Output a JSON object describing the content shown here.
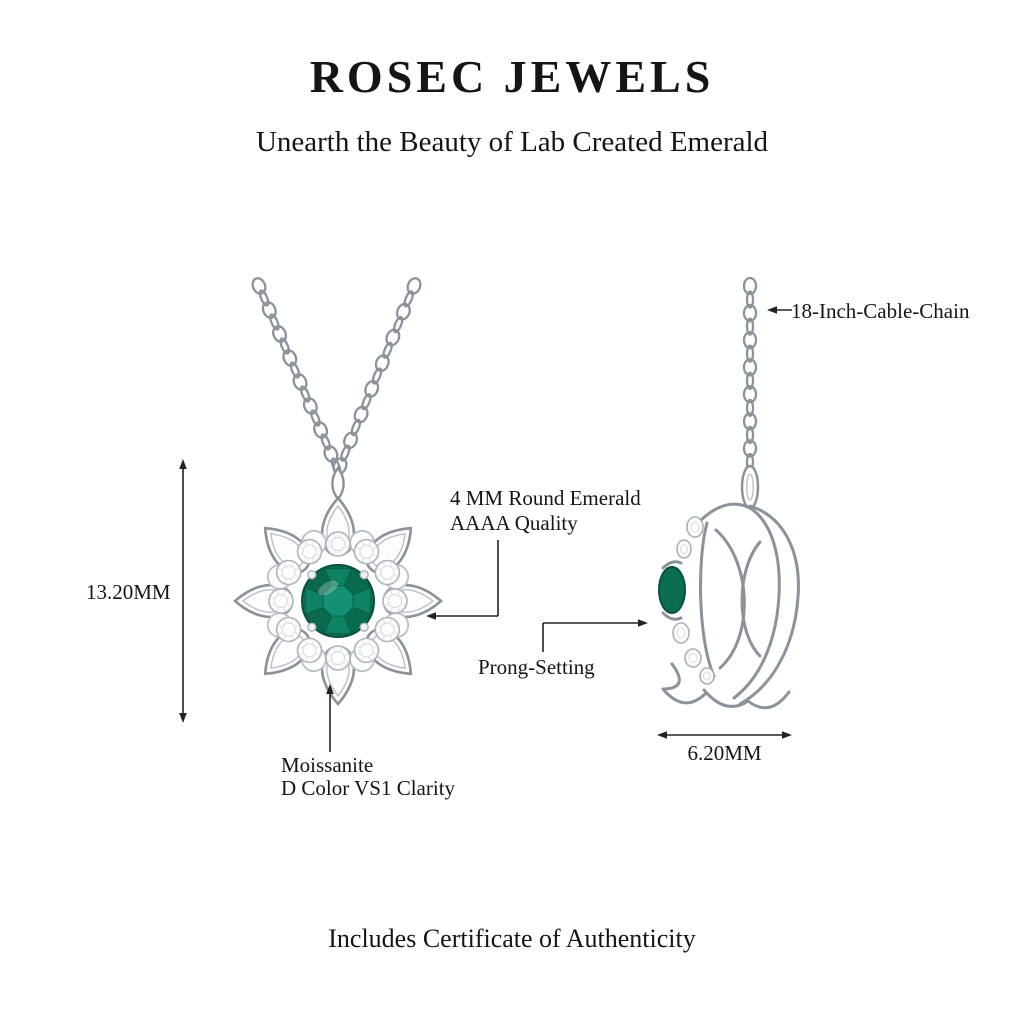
{
  "header": {
    "brand": "ROSEC JEWELS",
    "tagline": "Unearth the Beauty of Lab Created Emerald"
  },
  "annotations": {
    "chain_length": "18-Inch-Cable-Chain",
    "pendant_height": "13.20MM",
    "emerald_line1": "4 MM Round Emerald",
    "emerald_line2": "AAAA Quality",
    "prong": "Prong-Setting",
    "moissanite_line1": "Moissanite",
    "moissanite_line2": "D Color VS1 Clarity",
    "pendant_width": "6.20MM"
  },
  "footer": {
    "certificate": "Includes Certificate of Authenticity"
  },
  "colors": {
    "emerald": "#0b6e53",
    "metal": "#8b929b",
    "ink": "#222222"
  }
}
